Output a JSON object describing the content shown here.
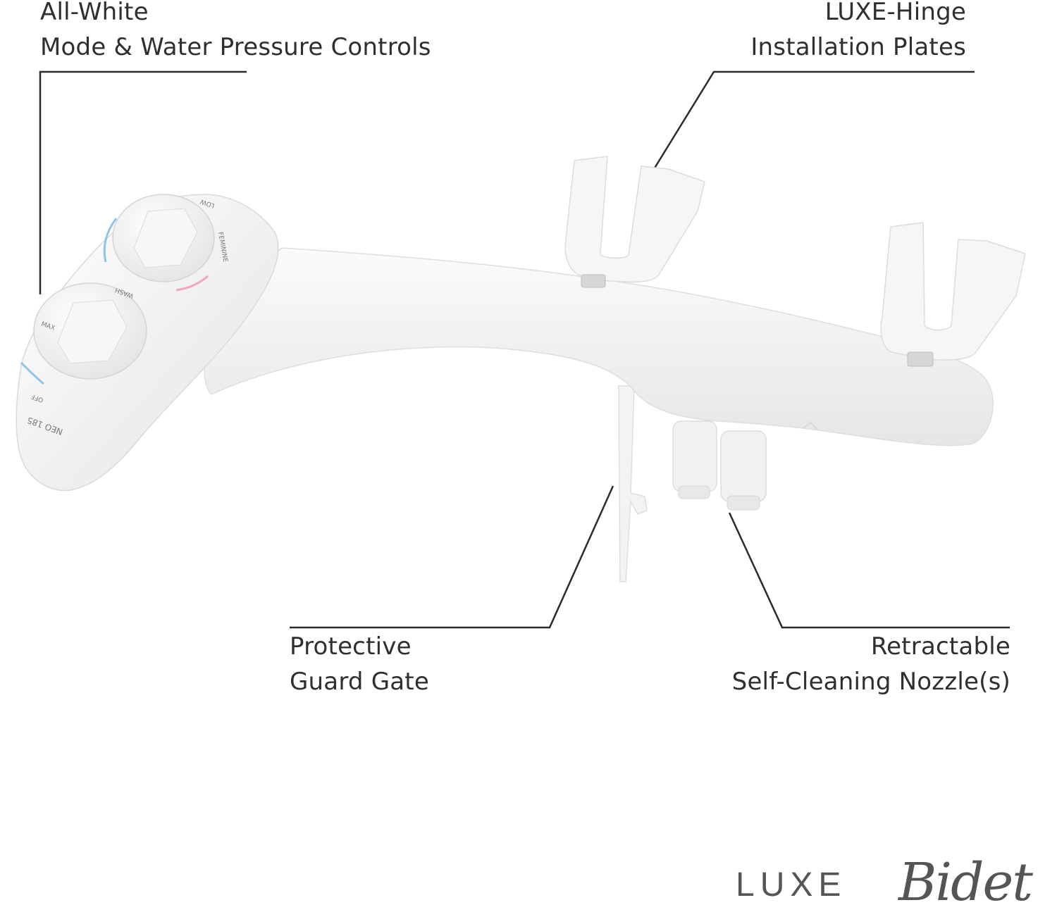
{
  "callouts": {
    "controls": {
      "line1": "All-White",
      "line2": "Mode & Water Pressure Controls"
    },
    "hinge": {
      "line1": "LUXE-Hinge",
      "line2": "Installation Plates"
    },
    "guard": {
      "line1": "Protective",
      "line2": "Guard Gate"
    },
    "nozzle": {
      "line1": "Retractable",
      "line2": "Self-Cleaning Nozzle(s)"
    }
  },
  "product": {
    "model_label": "NEO 185",
    "knob_labels": {
      "off": "OFF",
      "max": "MAX",
      "wash": "WASH",
      "fem": "FEMININE",
      "low": "LOW"
    }
  },
  "brand": {
    "word": "LUXE",
    "script": "Bidet"
  },
  "colors": {
    "line": "#2b2b2b",
    "product_white": "#f2f2f2",
    "shadow": "#d9d9d9",
    "blue_accent": "#8fc3e8",
    "pink_accent": "#f0a7b8"
  }
}
